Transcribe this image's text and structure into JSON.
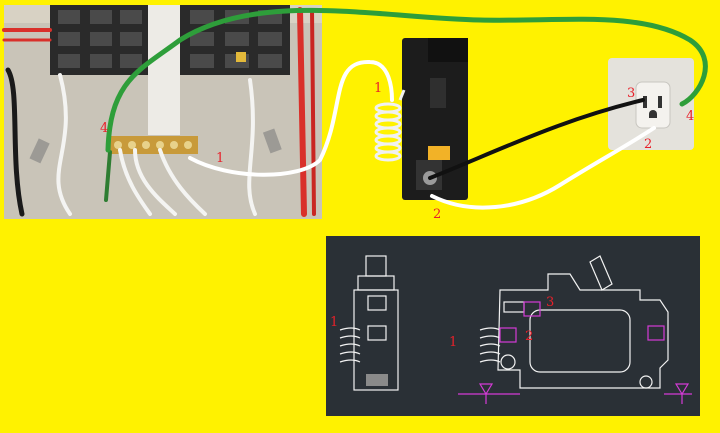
{
  "colors": {
    "background": "#FFF200",
    "ground_wire": "#2E9E3A",
    "neutral_wire": "#FFFFFF",
    "hot_wire": "#111111",
    "label": "#E8202A",
    "cad_background": "#2A3036",
    "cad_line": "#F2F2F2",
    "cad_highlight": "#D43BD6"
  },
  "photo_labels": {
    "breaker_pigtail": "1",
    "panel_neutral_bar": "1",
    "breaker_load_neutral": "2",
    "outlet_neutral": "2",
    "outlet_hot": "3",
    "outlet_ground": "4",
    "panel_ground": "4"
  },
  "cad_labels": {
    "side_view_pigtail": "1",
    "front_view_pigtail": "1",
    "front_view_terminal_2": "2",
    "front_view_terminal_3": "3"
  }
}
